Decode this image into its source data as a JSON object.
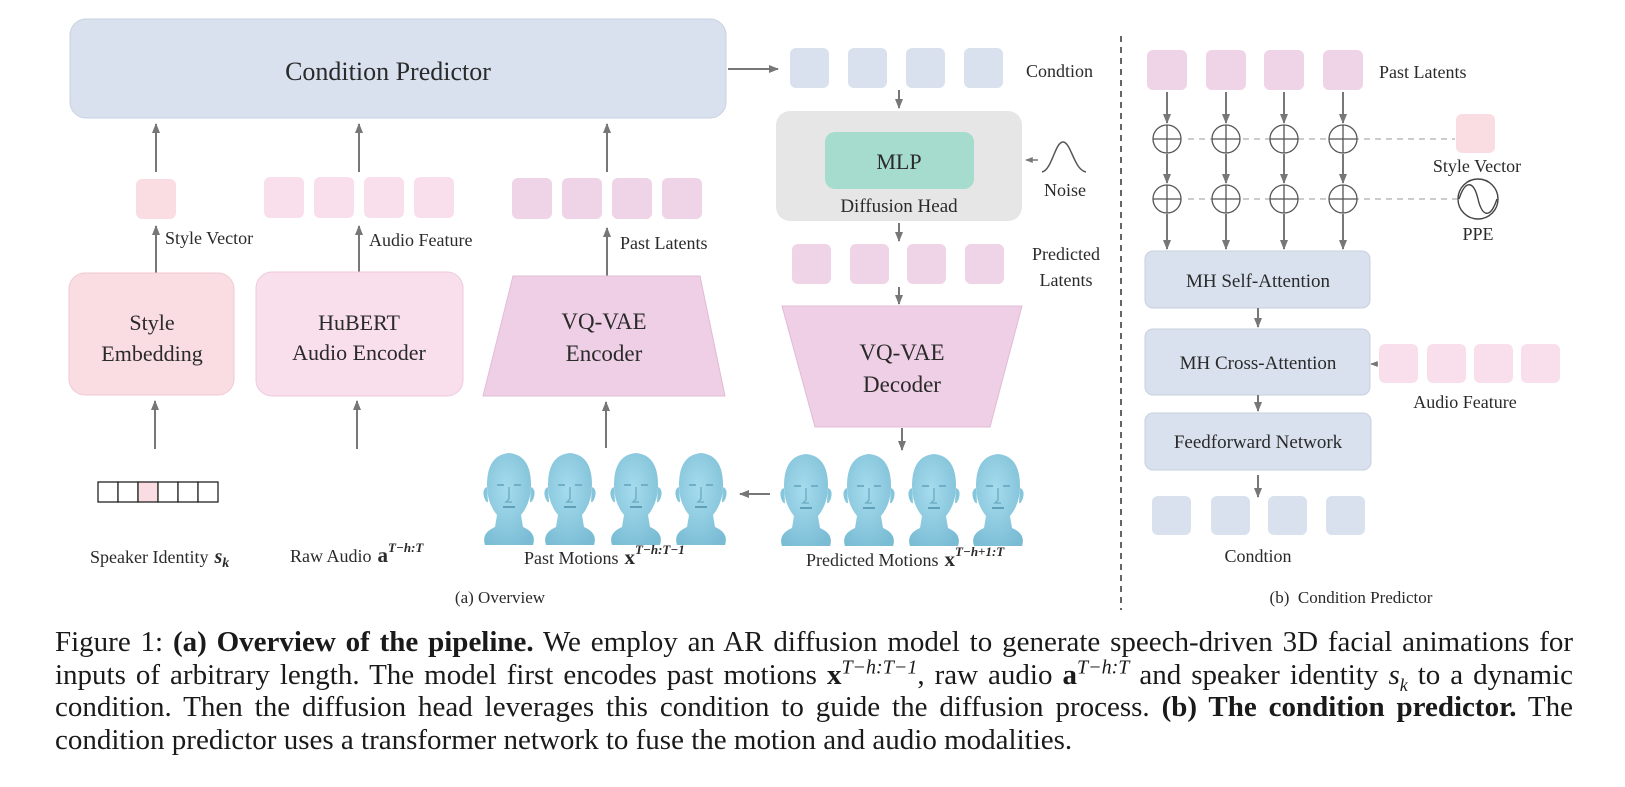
{
  "colors": {
    "condition_blue": "#d9e1ee",
    "condition_blue_border": "#c7d0df",
    "style_pink": "#fadde3",
    "audio_pink": "#f8dfeb",
    "latent_pink": "#efd3e6",
    "vqvae_pink": "#efcfe5",
    "mlp_green": "#a6dccd",
    "diffusion_gray": "#e6e6e6",
    "face_blue": "#8ccbe0",
    "arrow_gray": "#777777"
  },
  "overview": {
    "condition_predictor": "Condition Predictor",
    "condition_label": "Condtion",
    "mlp": "MLP",
    "diffusion_head": "Diffusion Head",
    "noise": "Noise",
    "predicted_latents_l1": "Predicted",
    "predicted_latents_l2": "Latents",
    "style_vector": "Style Vector",
    "audio_feature": "Audio Feature",
    "past_latents": "Past Latents",
    "style_embedding_l1": "Style",
    "style_embedding_l2": "Embedding",
    "hubert_l1": "HuBERT",
    "hubert_l2": "Audio Encoder",
    "vq_encoder_l1": "VQ-VAE",
    "vq_encoder_l2": "Encoder",
    "vq_decoder_l1": "VQ-VAE",
    "vq_decoder_l2": "Decoder",
    "speaker_identity": "Speaker Identity",
    "speaker_symbol": "s",
    "speaker_sub": "k",
    "raw_audio": "Raw Audio",
    "audio_symbol": "a",
    "audio_sup": "T−h:T",
    "past_motions": "Past Motions",
    "past_motion_symbol": "x",
    "past_motion_sup": "T−h:T−1",
    "predicted_motions": "Predicted Motions",
    "pred_motion_symbol": "x",
    "pred_motion_sup": "T−h+1:T",
    "subcaption": "(a) Overview",
    "one_hot_cells": 6,
    "one_hot_active_index": 2
  },
  "condition_panel": {
    "past_latents": "Past Latents",
    "style_vector": "Style Vector",
    "ppe": "PPE",
    "self_attention": "MH Self-Attention",
    "cross_attention": "MH Cross-Attention",
    "feedforward": "Feedforward Network",
    "audio_feature": "Audio Feature",
    "condition": "Condtion",
    "subcaption": "(b)  Condition Predictor"
  },
  "caption": {
    "fig_label": "Figure 1:",
    "part_a_bold": "(a) Overview of the pipeline.",
    "text1": " We employ an AR diffusion model to generate speech-driven 3D facial animations for inputs of arbitrary length. The model first encodes past motions ",
    "x_sym": "x",
    "x_sup": "T−h:T−1",
    "text2": ", raw audio ",
    "a_sym": "a",
    "a_sup": "T−h:T",
    "text3": " and speaker identity ",
    "s_sym": "s",
    "s_sub": "k",
    "text4": " to a dynamic condition. Then the diffusion head leverages this condition to guide the diffusion process. ",
    "part_b_bold": "(b) The condition predictor.",
    "text5": " The condition predictor uses a transformer network to fuse the motion and audio modalities."
  }
}
